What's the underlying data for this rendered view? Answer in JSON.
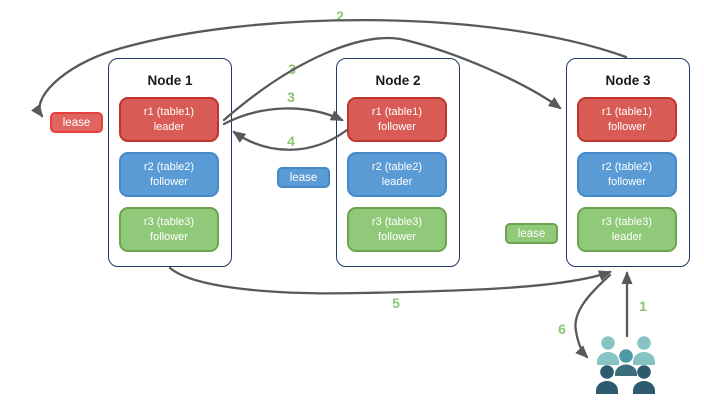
{
  "diagram": {
    "nodes": [
      {
        "title": "Node 1",
        "replicas": [
          {
            "name": "r1 (table1)",
            "role": "leader",
            "color": "red"
          },
          {
            "name": "r2 (table2)",
            "role": "follower",
            "color": "blue"
          },
          {
            "name": "r3 (table3)",
            "role": "follower",
            "color": "green"
          }
        ]
      },
      {
        "title": "Node 2",
        "replicas": [
          {
            "name": "r1 (table1)",
            "role": "follower",
            "color": "red"
          },
          {
            "name": "r2 (table2)",
            "role": "leader",
            "color": "blue"
          },
          {
            "name": "r3 (table3)",
            "role": "follower",
            "color": "green"
          }
        ]
      },
      {
        "title": "Node 3",
        "replicas": [
          {
            "name": "r1 (table1)",
            "role": "follower",
            "color": "red"
          },
          {
            "name": "r2 (table2)",
            "role": "follower",
            "color": "blue"
          },
          {
            "name": "r3 (table3)",
            "role": "leader",
            "color": "green"
          }
        ]
      }
    ],
    "leases": [
      {
        "label": "lease",
        "color": "red"
      },
      {
        "label": "lease",
        "color": "blue"
      },
      {
        "label": "lease",
        "color": "green"
      }
    ],
    "steps": [
      {
        "label": "2"
      },
      {
        "label": "3"
      },
      {
        "label": "3"
      },
      {
        "label": "4"
      },
      {
        "label": "5"
      },
      {
        "label": "1"
      },
      {
        "label": "6"
      }
    ],
    "icons": [
      {
        "name": "users-icon"
      }
    ],
    "colors": {
      "node_border": "#1f3864",
      "replica_red": "#d95b55",
      "replica_red_border": "#c0352e",
      "replica_blue": "#5b9bd5",
      "replica_blue_border": "#4588c7",
      "replica_green": "#90c979",
      "replica_green_border": "#6ca351",
      "lease_red_border": "#e8403a",
      "arrow": "#59595b",
      "step_label": "#8bc772",
      "users_light_teal": "#87c2c5",
      "users_mid_teal": "#4f99a4",
      "users_mid_body": "#3a6e7c",
      "users_dark": "#2c5b6e"
    }
  }
}
